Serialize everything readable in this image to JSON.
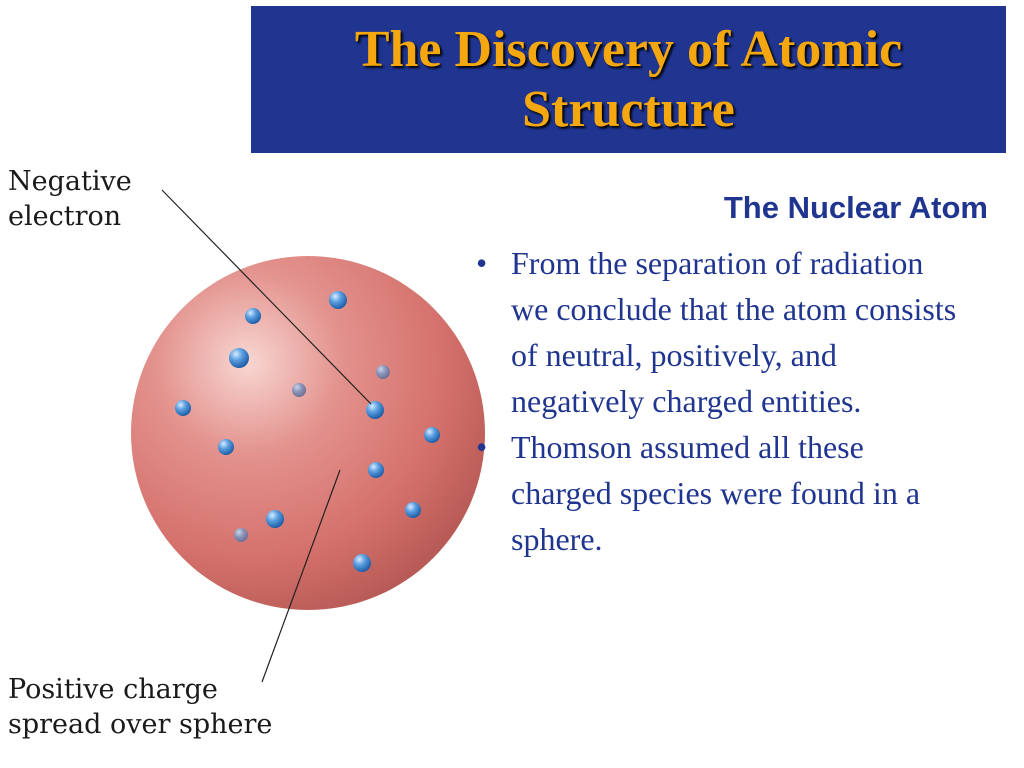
{
  "slide": {
    "title": {
      "line1": "The Discovery of Atomic",
      "line2": "Structure"
    },
    "subheading": "The Nuclear Atom",
    "bullets": [
      {
        "marker": "•",
        "text": "From the separation of radiation we conclude that the atom consists of neutral, positively, and negatively charged entities."
      },
      {
        "marker": "•",
        "text": "Thomson assumed all these charged species were found in a sphere."
      }
    ]
  },
  "diagram": {
    "labels": {
      "negative_line1": "Negative",
      "negative_line2": "electron",
      "positive_line1": "Positive charge",
      "positive_line2": "spread over sphere"
    },
    "colors": {
      "title_bar": "#1f3590",
      "title_text": "#f5a70f",
      "body_text": "#1f3590",
      "sphere": "#d9716e",
      "electron": "#3f86d6"
    }
  }
}
